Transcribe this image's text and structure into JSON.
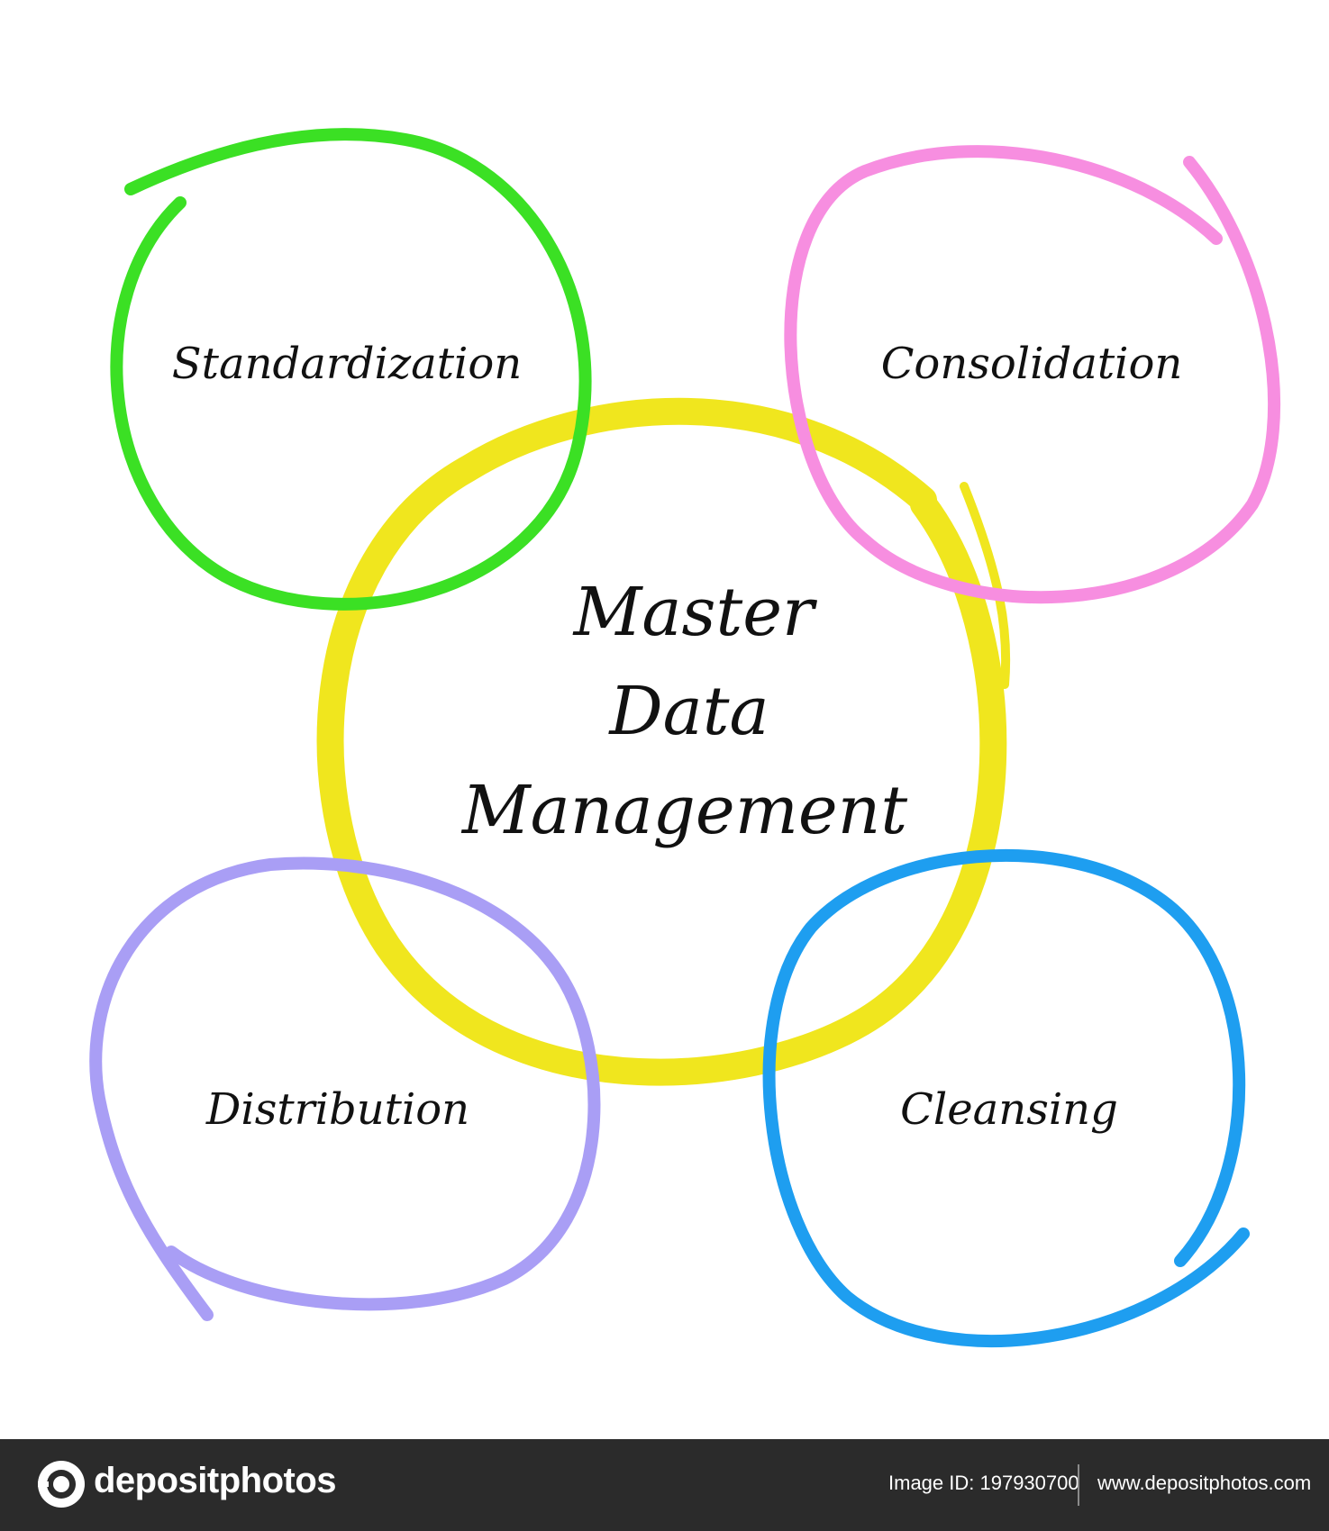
{
  "diagram": {
    "center": {
      "line1": "Master",
      "line2": "Data",
      "line3": "Management"
    },
    "nodes": {
      "standardization": "Standardization",
      "consolidation": "Consolidation",
      "distribution": "Distribution",
      "cleansing": "Cleansing"
    },
    "colors": {
      "center": "#f0e61e",
      "standardization": "#3be024",
      "consolidation": "#f78ee0",
      "distribution": "#a99ef5",
      "cleansing": "#1e9ef0"
    }
  },
  "footer": {
    "brand": "depositphotos",
    "image_id": "Image ID: 197930700",
    "url": "www.depositphotos.com"
  }
}
